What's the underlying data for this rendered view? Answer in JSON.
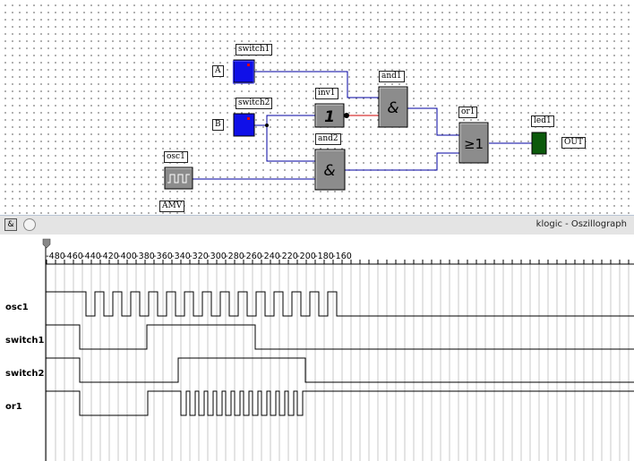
{
  "circuit": {
    "labels": {
      "switch1": "switch1",
      "switch2": "switch2",
      "inv1": "inv1",
      "and1": "and1",
      "and2": "and2",
      "or1": "or1",
      "led1": "led1",
      "osc1": "osc1",
      "amv": "AMV",
      "input_a": "A",
      "input_b": "B",
      "out": "OUT"
    },
    "gate_symbols": {
      "inv": "1",
      "and": "&",
      "or": "≥1"
    },
    "colors": {
      "switch": "#1010e8",
      "gate": "#8c8c8c",
      "led": "#0c5a0c",
      "wire": "#0000a0",
      "inv_output_wire": "#cc0000"
    }
  },
  "oscillograph": {
    "title": "klogic - Oszillograph",
    "toolbar_button": "&",
    "timeline": {
      "first": -480,
      "step": 20,
      "ticks": [
        -480,
        -460,
        -440,
        -420,
        -400,
        -380,
        -360,
        -340,
        -320,
        -300,
        -280,
        -260,
        -240,
        -220,
        -200,
        -180,
        -160
      ]
    },
    "signals": [
      {
        "name": "osc1",
        "initial": 1,
        "toggles": [
          -446,
          -436,
          -426,
          -416,
          -406,
          -396,
          -386,
          -376,
          -366,
          -356,
          -346,
          -336,
          -326,
          -316,
          -306,
          -296,
          -286,
          -276,
          -266,
          -256,
          -246,
          -236,
          -226,
          -216,
          -206,
          -196,
          -186,
          -176,
          -166
        ]
      },
      {
        "name": "switch1",
        "initial": 1,
        "toggles": [
          -453,
          -378,
          -257
        ]
      },
      {
        "name": "switch2",
        "initial": 1,
        "toggles": [
          -453,
          -343,
          -201
        ]
      },
      {
        "name": "or1",
        "initial": 1,
        "toggles": [
          -453,
          -377,
          -340,
          -334,
          -330,
          -324,
          -320,
          -314,
          -310,
          -304,
          -300,
          -294,
          -290,
          -284,
          -280,
          -274,
          -270,
          -264,
          -260,
          -254,
          -250,
          -244,
          -240,
          -234,
          -230,
          -224,
          -220,
          -214,
          -210,
          -204
        ]
      }
    ]
  }
}
